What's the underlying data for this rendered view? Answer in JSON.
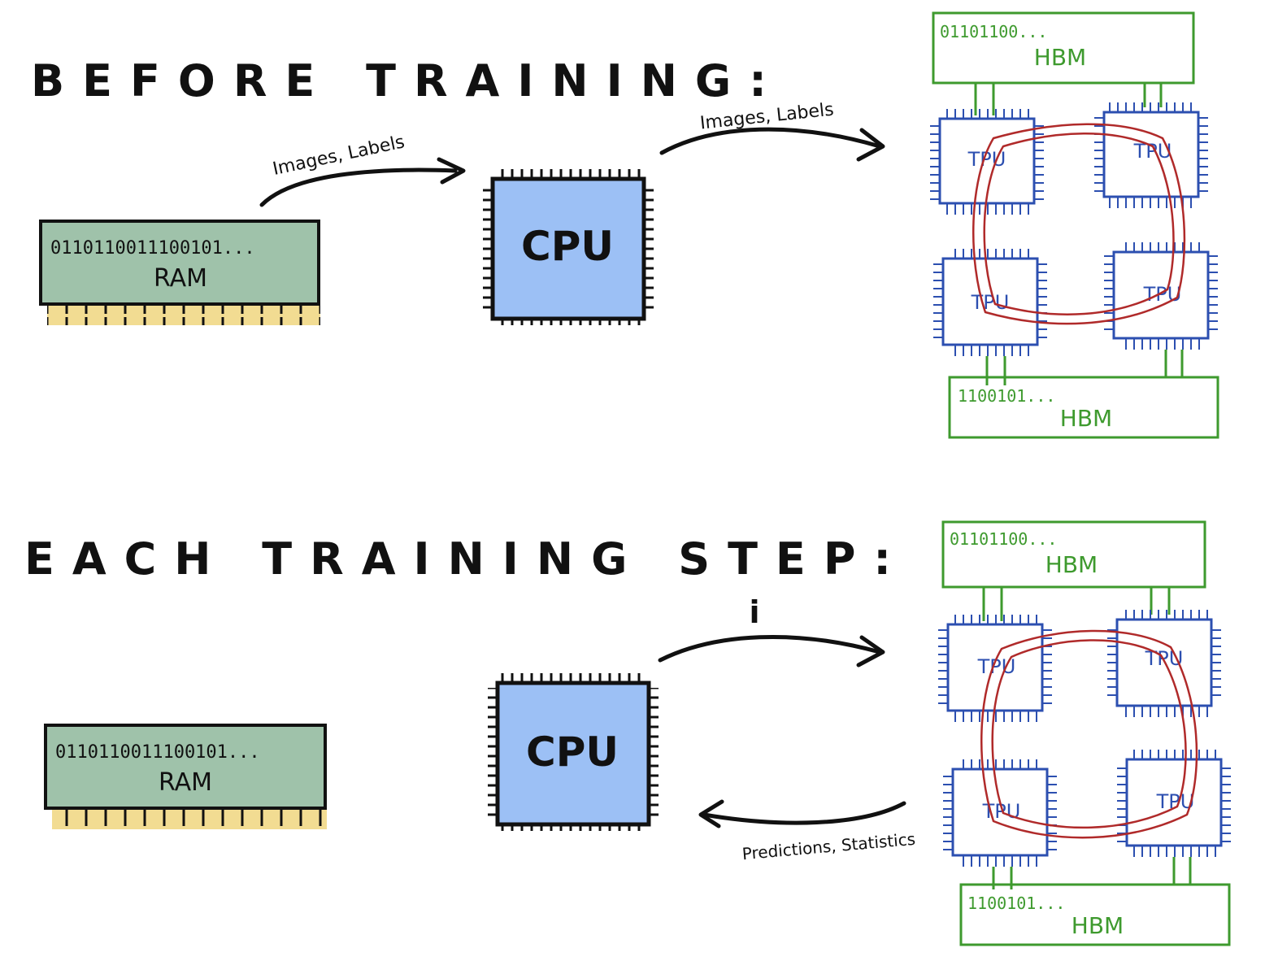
{
  "sections": [
    {
      "title": "BEFORE TRAINING:",
      "ram": {
        "bits": "0110110011100101...",
        "label": "RAM"
      },
      "cpu": {
        "label": "CPU"
      },
      "arrow_ram_to_cpu": "Images, Labels",
      "arrow_cpu_to_tpu": "Images, Labels",
      "hbm_top": {
        "bits": "01101100...",
        "label": "HBM"
      },
      "hbm_bottom": {
        "bits": "1100101...",
        "label": "HBM"
      },
      "tpus": [
        "TPU",
        "TPU",
        "TPU",
        "TPU"
      ]
    },
    {
      "title": "EACH TRAINING STEP:",
      "ram": {
        "bits": "0110110011100101...",
        "label": "RAM"
      },
      "cpu": {
        "label": "CPU"
      },
      "arrow_cpu_to_tpu": "i",
      "arrow_tpu_to_cpu": "Predictions, Statistics",
      "hbm_top": {
        "bits": "01101100...",
        "label": "HBM"
      },
      "hbm_bottom": {
        "bits": "1100101...",
        "label": "HBM"
      },
      "tpus": [
        "TPU",
        "TPU",
        "TPU",
        "TPU"
      ]
    }
  ],
  "colors": {
    "ink": "#111111",
    "ram_fill": "#9fc2aa",
    "ram_pins": "#f2dc92",
    "cpu_fill": "#9cc0f5",
    "tpu_stroke": "#2c4fb0",
    "hbm_stroke": "#3e9a2e",
    "ring": "#b02a2a"
  }
}
